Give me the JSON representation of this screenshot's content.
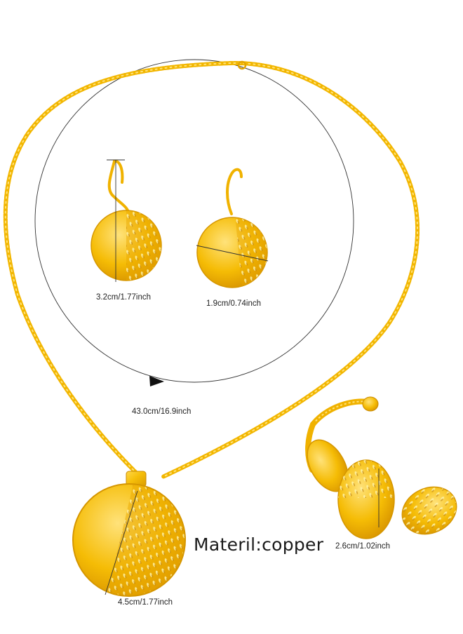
{
  "labels": {
    "earring_height": "3.2cm/1.77inch",
    "earring_diameter": "1.9cm/0.74inch",
    "chain_length": "43.0cm/16.9inch",
    "bangle_width": "2.6cm/1.02inch",
    "pendant_diameter": "4.5cm/1.77inch",
    "material": "Materil:copper"
  },
  "colors": {
    "gold": "#f4b800",
    "gold_light": "#ffd94a",
    "gold_dark": "#c98a00",
    "guide_line": "#333333"
  },
  "items": [
    "necklace-chain",
    "pendant",
    "hook-earring-left",
    "hook-earring-right",
    "bangle-bracelet"
  ]
}
